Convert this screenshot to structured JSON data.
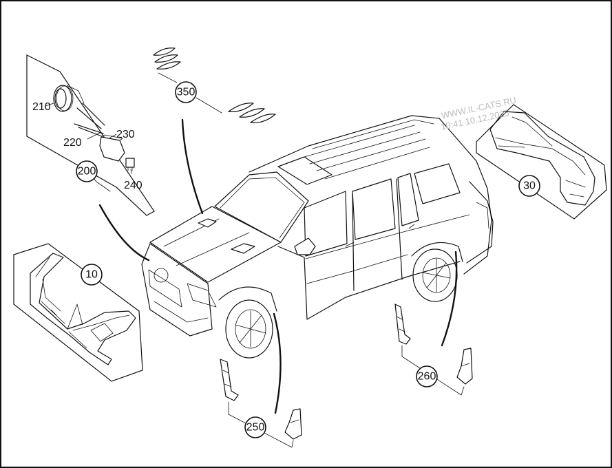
{
  "watermark": {
    "line1": "WWW.IL-CATS.RU",
    "line2": "10:41 10.12.2025"
  },
  "callouts": {
    "c10": "10",
    "c30": "30",
    "c200": "200",
    "c250": "250",
    "c260": "260",
    "c350": "350"
  },
  "labels": {
    "l210": "210",
    "l220": "220",
    "l230": "230",
    "l240": "240"
  },
  "colors": {
    "line": "#111111",
    "background": "#ffffff",
    "watermark": "#bdbdbd"
  }
}
